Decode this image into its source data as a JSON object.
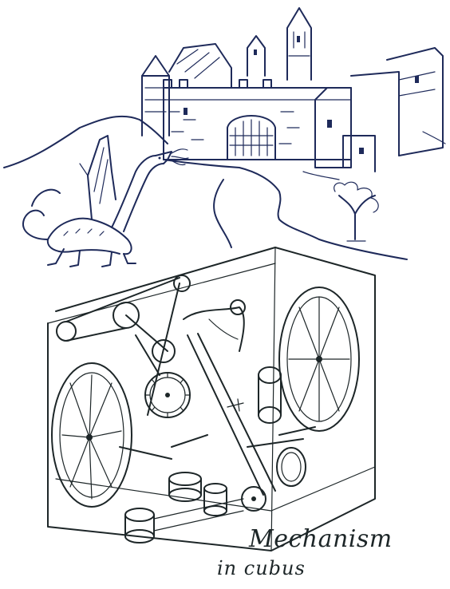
{
  "caption": {
    "line1": "Mechanism",
    "line2": "in cubus"
  },
  "colors": {
    "background": "#ffffff",
    "ink_top": "#1e2a5a",
    "ink_bottom": "#1d2628"
  },
  "illustrations": [
    "castle",
    "dragon",
    "tree",
    "mechanism-cube"
  ]
}
